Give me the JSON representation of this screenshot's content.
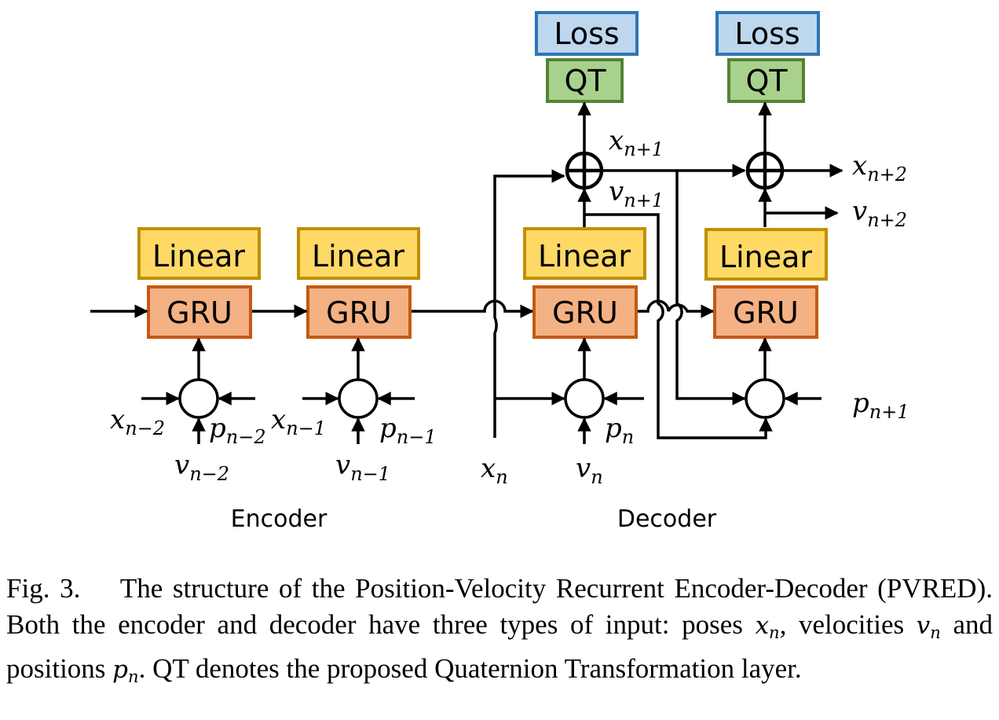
{
  "blocks": {
    "loss": "Loss",
    "qt": "QT",
    "linear": "Linear",
    "gru": "GRU"
  },
  "variables": {
    "x_nm2": {
      "base": "x",
      "sub": "n−2"
    },
    "p_nm2": {
      "base": "p",
      "sub": "n−2"
    },
    "v_nm2": {
      "base": "v",
      "sub": "n−2"
    },
    "x_nm1": {
      "base": "x",
      "sub": "n−1"
    },
    "p_nm1": {
      "base": "p",
      "sub": "n−1"
    },
    "v_nm1": {
      "base": "v",
      "sub": "n−1"
    },
    "x_n": {
      "base": "x",
      "sub": "n"
    },
    "v_n": {
      "base": "v",
      "sub": "n"
    },
    "p_n": {
      "base": "p",
      "sub": "n"
    },
    "x_np1": {
      "base": "x",
      "sub": "n+1"
    },
    "v_np1": {
      "base": "v",
      "sub": "n+1"
    },
    "p_np1": {
      "base": "p",
      "sub": "n+1"
    },
    "x_np2": {
      "base": "x",
      "sub": "n+2"
    },
    "v_np2": {
      "base": "v",
      "sub": "n+2"
    }
  },
  "sections": {
    "encoder": "Encoder",
    "decoder": "Decoder"
  },
  "caption": {
    "label": "Fig. 3.",
    "part1": "The structure of the Position-Velocity Recurrent Encoder-Decoder (PVRED). Both the encoder and decoder have three types of input: poses ",
    "part2": ", velocities ",
    "part3": " and positions ",
    "part4": ". QT denotes the proposed Quaternion Transformation layer."
  },
  "colors": {
    "loss_fill": "#bdd7ee",
    "loss_stroke": "#2e75b6",
    "qt_fill": "#a9d18e",
    "qt_stroke": "#548235",
    "linear_fill": "#ffd966",
    "linear_stroke": "#bf9000",
    "gru_fill": "#f4b183",
    "gru_stroke": "#c55a11"
  }
}
